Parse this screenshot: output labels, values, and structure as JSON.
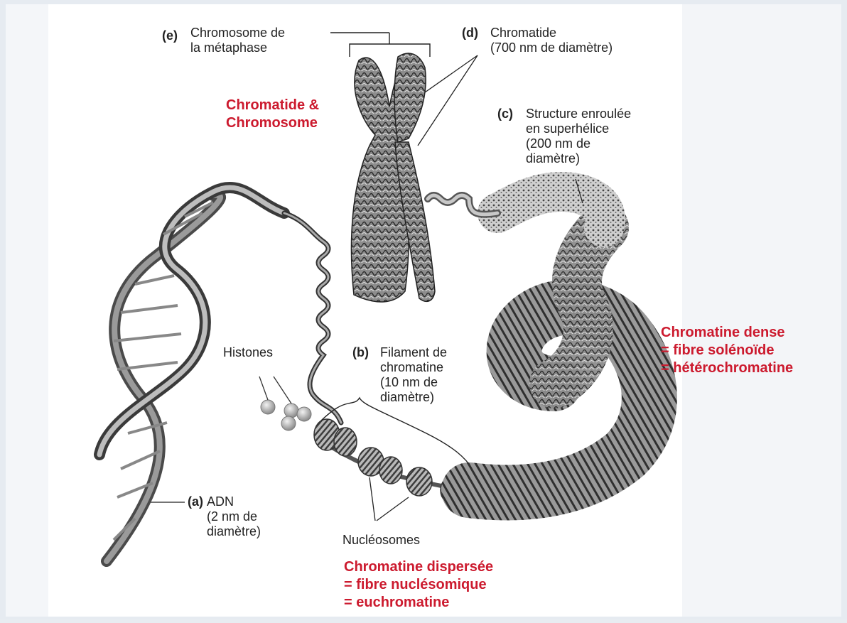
{
  "colors": {
    "annotation": "#cc1a2e",
    "ink": "#222222",
    "background": "#ffffff",
    "side_panel": "#e6ebf1"
  },
  "labels": {
    "e": {
      "letter": "(e)",
      "lines": [
        "Chromosome de",
        "la métaphase"
      ]
    },
    "d": {
      "letter": "(d)",
      "lines": [
        "Chromatide",
        "(700 nm de diamètre)"
      ]
    },
    "c": {
      "letter": "(c)",
      "lines": [
        "Structure enroulée",
        "en superhélice",
        "(200 nm de",
        "diamètre)"
      ]
    },
    "b": {
      "letter": "(b)",
      "lines": [
        "Filament de",
        "chromatine",
        "(10 nm de",
        "diamètre)"
      ]
    },
    "a": {
      "letter": "(a)",
      "lines": [
        "ADN",
        "(2 nm de",
        "diamètre)"
      ]
    },
    "histones": "Histones",
    "nucleosomes": "Nucléosomes"
  },
  "annotations": {
    "chromatide": [
      "Chromatide &",
      "Chromosome"
    ],
    "dense": [
      "Chromatine dense",
      "= fibre solénoïde",
      "= hétérochromatine"
    ],
    "dispersee": [
      "Chromatine dispersée",
      "= fibre nuclésomique",
      "= euchromatine"
    ]
  }
}
